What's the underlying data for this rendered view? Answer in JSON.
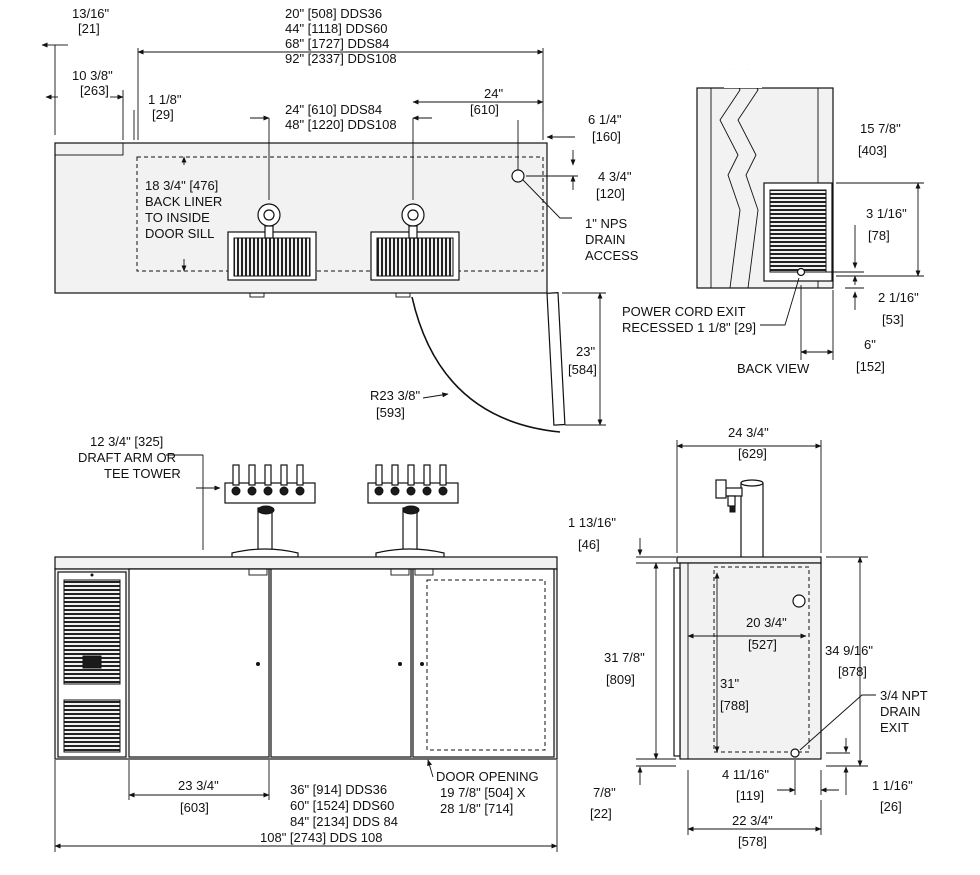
{
  "top_view": {
    "dim_13_16": [
      "13/16\"",
      "[21]"
    ],
    "dim_10_3_8": [
      "10 3/8\"",
      "[263]"
    ],
    "dim_1_1_8": [
      "1 1/8\"",
      "[29]"
    ],
    "dim_length": [
      "20\" [508] DDS36",
      "44\" [1118] DDS60",
      "68\" [1727] DDS84",
      "92\" [2337] DDS108"
    ],
    "dim_24_mid": [
      "24\" [610] DDS84",
      "48\" [1220] DDS108"
    ],
    "dim_24_right": [
      "24\"",
      "[610]"
    ],
    "dim_6_1_4": [
      "6 1/4\"",
      "[160]"
    ],
    "dim_4_3_4": [
      "4 3/4\"",
      "[120]"
    ],
    "back_liner": [
      "18 3/4\" [476]",
      "BACK LINER",
      "TO INSIDE",
      "DOOR SILL"
    ],
    "drain": [
      "1\" NPS",
      "DRAIN",
      "ACCESS"
    ],
    "door_depth": [
      "23\"",
      "[584]"
    ],
    "door_radius": [
      "R23 3/8\"",
      "[593]"
    ]
  },
  "back_view": {
    "dim_15_7_8": [
      "15 7/8\"",
      "[403]"
    ],
    "dim_3_1_16": [
      "3 1/16\"",
      "[78]"
    ],
    "dim_2_1_16": [
      "2 1/16\"",
      "[53]"
    ],
    "dim_6": [
      "6\"",
      "[152]"
    ],
    "power_cord": [
      "POWER CORD EXIT",
      "RECESSED 1 1/8\" [29]"
    ],
    "title": "BACK VIEW"
  },
  "front_view": {
    "tower": [
      "12 3/4\" [325]",
      "DRAFT ARM OR",
      "TEE TOWER"
    ],
    "dim_23_3_4": [
      "23 3/4\"",
      "[603]"
    ],
    "door_opening": [
      "DOOR OPENING",
      "19 7/8\" [504] X",
      "28 1/8\" [714]"
    ],
    "dim_width": [
      "36\" [914] DDS36",
      "60\" [1524] DDS60",
      "84\" [2134] DDS 84",
      "108\" [2743] DDS 108"
    ]
  },
  "side_view": {
    "dim_24_3_4": [
      "24 3/4\"",
      "[629]"
    ],
    "dim_1_13_16": [
      "1 13/16\"",
      "[46]"
    ],
    "dim_31_7_8": [
      "31 7/8\"",
      "[809]"
    ],
    "dim_20_3_4": [
      "20 3/4\"",
      "[527]"
    ],
    "dim_34_9_16": [
      "34 9/16\"",
      "[878]"
    ],
    "dim_31": [
      "31\"",
      "[788]"
    ],
    "drain_exit": [
      "3/4 NPT",
      "DRAIN",
      "EXIT"
    ],
    "dim_7_8": [
      "7/8\"",
      "[22]"
    ],
    "dim_4_11_16": [
      "4 11/16\"",
      "[119]"
    ],
    "dim_1_1_16": [
      "1 1/16\"",
      "[26]"
    ],
    "dim_22_3_4": [
      "22 3/4\"",
      "[578]"
    ]
  }
}
